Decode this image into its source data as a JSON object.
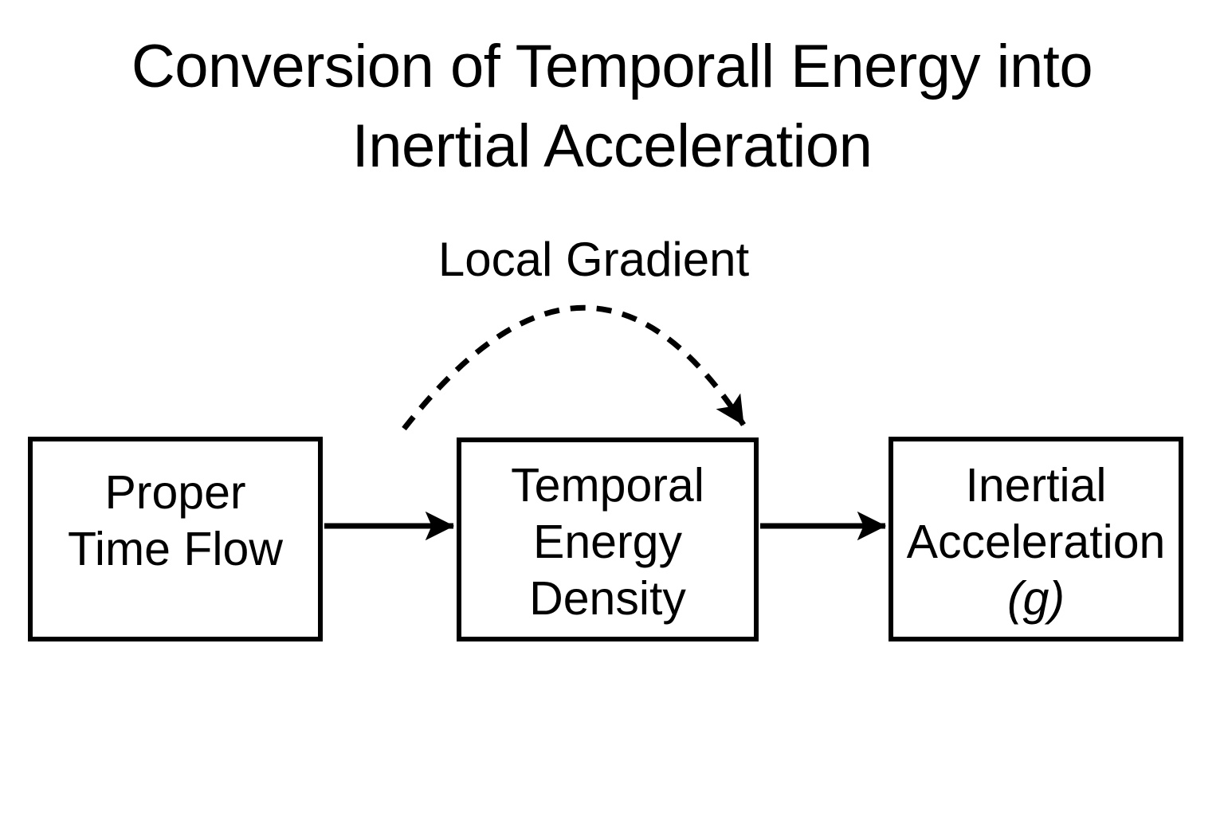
{
  "title": {
    "line1": "Conversion of Temporall Energy into",
    "line2": "Inertial Acceleration"
  },
  "diagram": {
    "curved_arrow": {
      "label": "Local Gradient",
      "style": "dashed",
      "from": "proper-time-flow",
      "to": "temporal-energy-density"
    },
    "nodes": [
      {
        "id": "proper-time-flow",
        "line1": "Proper",
        "line2": "Time Flow"
      },
      {
        "id": "temporal-energy-density",
        "line1": "Temporal",
        "line2": "Energy",
        "line3": "Density"
      },
      {
        "id": "inertial-acceleration",
        "line1": "Inertial",
        "line2": "Acceleration",
        "line3": "(g)"
      }
    ],
    "edges": [
      {
        "from": "proper-time-flow",
        "to": "temporal-energy-density",
        "style": "solid"
      },
      {
        "from": "temporal-energy-density",
        "to": "inertial-acceleration",
        "style": "solid"
      }
    ],
    "colors": {
      "stroke": "#000000",
      "text": "#000000",
      "background": "#ffffff"
    }
  }
}
